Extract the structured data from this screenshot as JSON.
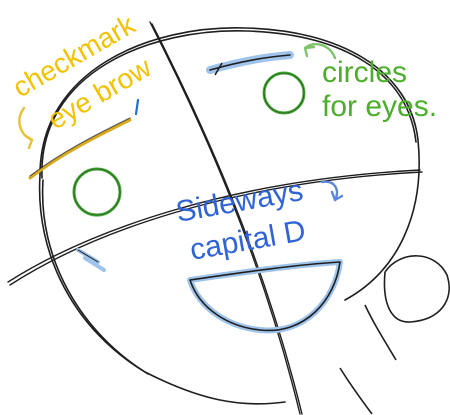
{
  "annotations": {
    "eyebrow": {
      "line1": "checkmark",
      "line2": "eye brow",
      "color": "#f2c200"
    },
    "eyes": {
      "line1": "circles",
      "line2": "for eyes.",
      "color": "#4cae2c"
    },
    "mouth": {
      "line1": "Sideways",
      "line2": "capital  D",
      "color": "#2f63d6"
    }
  },
  "colors": {
    "sketch": "#1f1f1f",
    "blue_shade": "#9fc3ea",
    "eye_green": "#42a832",
    "brow_yellow": "#d9aa1c",
    "arrow_green": "#7ec36a",
    "arrow_blue": "#5d86d8",
    "arrow_yellow": "#e8c234"
  },
  "icons": [
    "checkmark-eyebrow-arrow-icon",
    "circle-eye-arrow-icon",
    "mouth-arrow-icon"
  ]
}
